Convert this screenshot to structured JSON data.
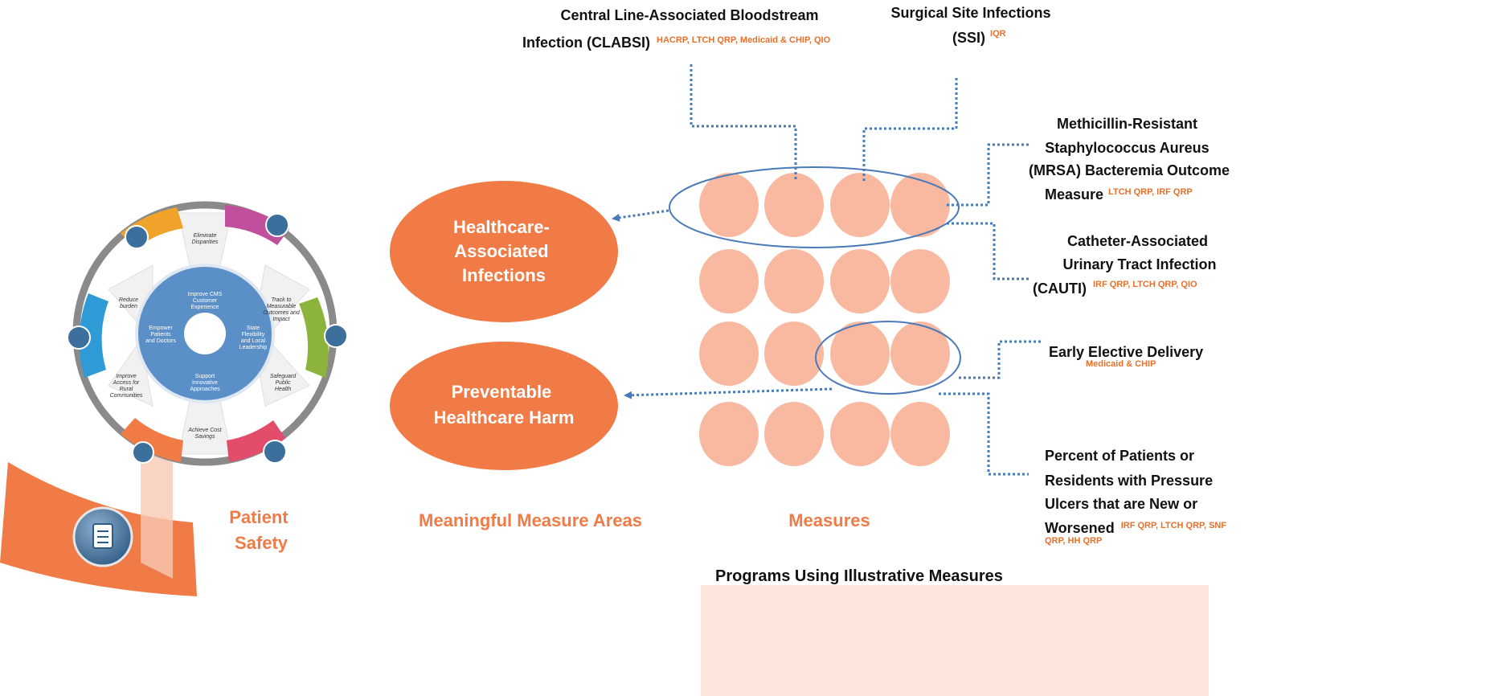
{
  "wheel": {
    "spokes": [
      "Eliminate Disparities",
      "Track to Measurable Outcomes and Impact",
      "Safeguard Public Health",
      "Achieve Cost Savings",
      "Improve Access for Rural Communities",
      "Reduce burden"
    ],
    "inner": [
      "Improve CMS Customer Experience",
      "State Flexibility and Local Leadership",
      "Support Innovative Approaches",
      "Empower Patients and Doctors"
    ],
    "highlight_label": [
      "Patient",
      "Safety"
    ]
  },
  "areas": {
    "hai": [
      "Healthcare-",
      "Associated",
      "Infections"
    ],
    "phh": [
      "Preventable",
      "Healthcare Harm"
    ]
  },
  "sections": {
    "areas_label": "Meaningful Measure Areas",
    "measures_label": "Measures",
    "programs_label": "Programs Using Illustrative Measures"
  },
  "measures": {
    "clabsi": {
      "title": [
        "Central Line-Associated Bloodstream",
        "Infection (CLABSI)"
      ],
      "programs": "HACRP, LTCH QRP, Medicaid & CHIP, QIO"
    },
    "ssi": {
      "title": [
        "Surgical Site Infections",
        "(SSI)"
      ],
      "programs": "IQR"
    },
    "mrsa": {
      "title": [
        "Methicillin-Resistant",
        "Staphylococcus Aureus",
        "(MRSA) Bacteremia Outcome",
        "Measure"
      ],
      "programs": "LTCH QRP, IRF QRP"
    },
    "cauti": {
      "title": [
        "Catheter-Associated",
        "Urinary Tract Infection",
        "(CAUTI)"
      ],
      "programs": "IRF QRP, LTCH QRP, QIO"
    },
    "eed": {
      "title": [
        "Early Elective Delivery"
      ],
      "programs": "Medicaid & CHIP"
    },
    "pressure": {
      "title": [
        "Percent of Patients or",
        "Residents with Pressure",
        "Ulcers that are New or",
        "Worsened"
      ],
      "programs": [
        "IRF QRP, LTCH QRP, SNF",
        "QRP, HH QRP"
      ]
    }
  },
  "colors": {
    "orange": "#f07b46",
    "peach": "#f8b9a0",
    "connector": "#4a7ab8",
    "program_text": "#e8702a"
  }
}
